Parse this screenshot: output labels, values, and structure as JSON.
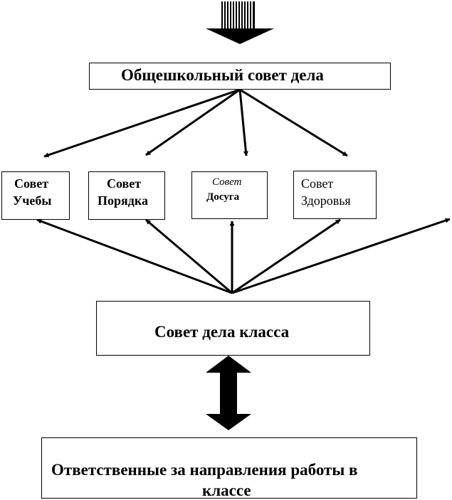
{
  "diagram": {
    "top_box": {
      "label": "Общешкольный совет дела"
    },
    "councils": [
      {
        "line1": "Совет",
        "line2": "Учебы"
      },
      {
        "line1": "Совет",
        "line2": "Порядка"
      },
      {
        "line1": "Совет",
        "line2": "Досуга"
      },
      {
        "line1": "Совет",
        "line2": "Здоровья"
      }
    ],
    "class_box": {
      "label": "Совет дела класса"
    },
    "bottom_box": {
      "line1": "Ответственные за направления работы в",
      "line2": "классе"
    }
  }
}
